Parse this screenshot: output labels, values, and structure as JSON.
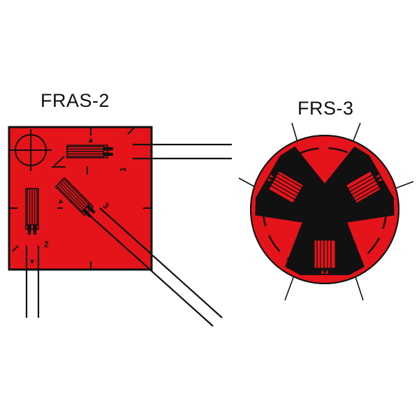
{
  "labels": {
    "rosette_left": "FRAS-2",
    "rosette_right": "FRS-3"
  },
  "grid_numbers": [
    "1",
    "2",
    "3"
  ],
  "colors": {
    "carrier": "#e5141a",
    "outline": "#111111",
    "background": "#ffffff"
  }
}
